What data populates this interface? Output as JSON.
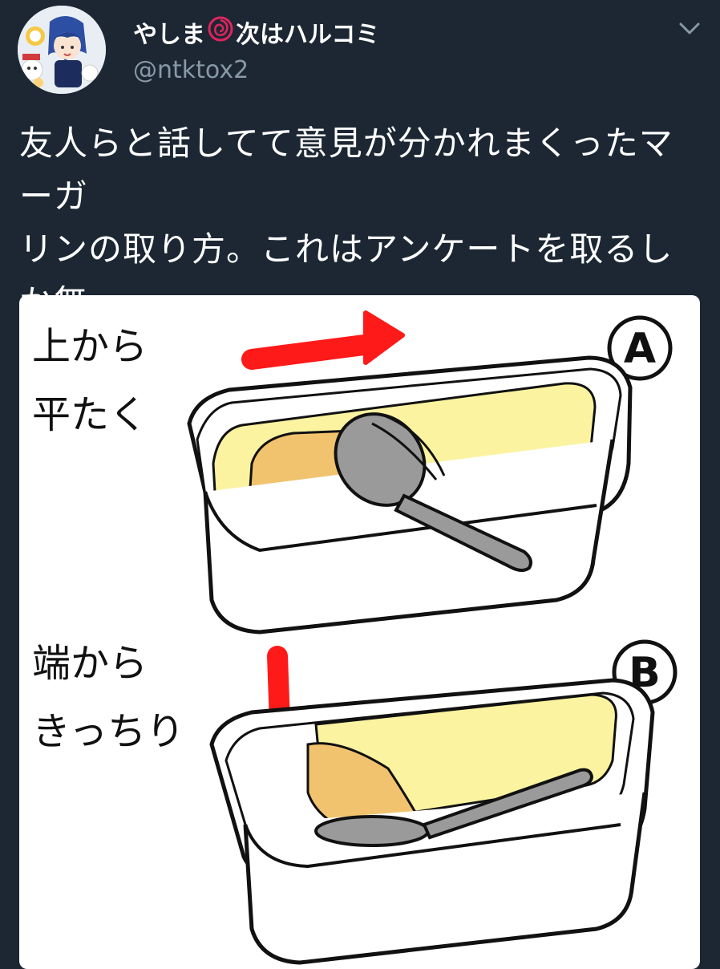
{
  "tweet": {
    "display_name": "やしま",
    "name_emoji": "rose-emoji",
    "display_name_suffix": "次はハルコミ",
    "handle": "@ntktox2",
    "text": "友人らと話してて意見が分かれまくったマーガ\nリンの取り方。これはアンケートを取るしか無\nいと思いました。",
    "menu_icon": "chevron-down-icon"
  },
  "media": {
    "panel_a": {
      "label": "上から\n平たく",
      "badge": "Ⓐ",
      "arrow": "right"
    },
    "panel_b": {
      "label": "端から\nきっちり",
      "badge": "Ⓑ",
      "arrow": "down"
    }
  },
  "colors": {
    "background": "#1c2733",
    "handle": "#8899a6",
    "margarine": "#fbf3a0",
    "scooped": "#f2c36e",
    "arrow": "#ff1a1a",
    "spoon": "#9a9a9a"
  }
}
